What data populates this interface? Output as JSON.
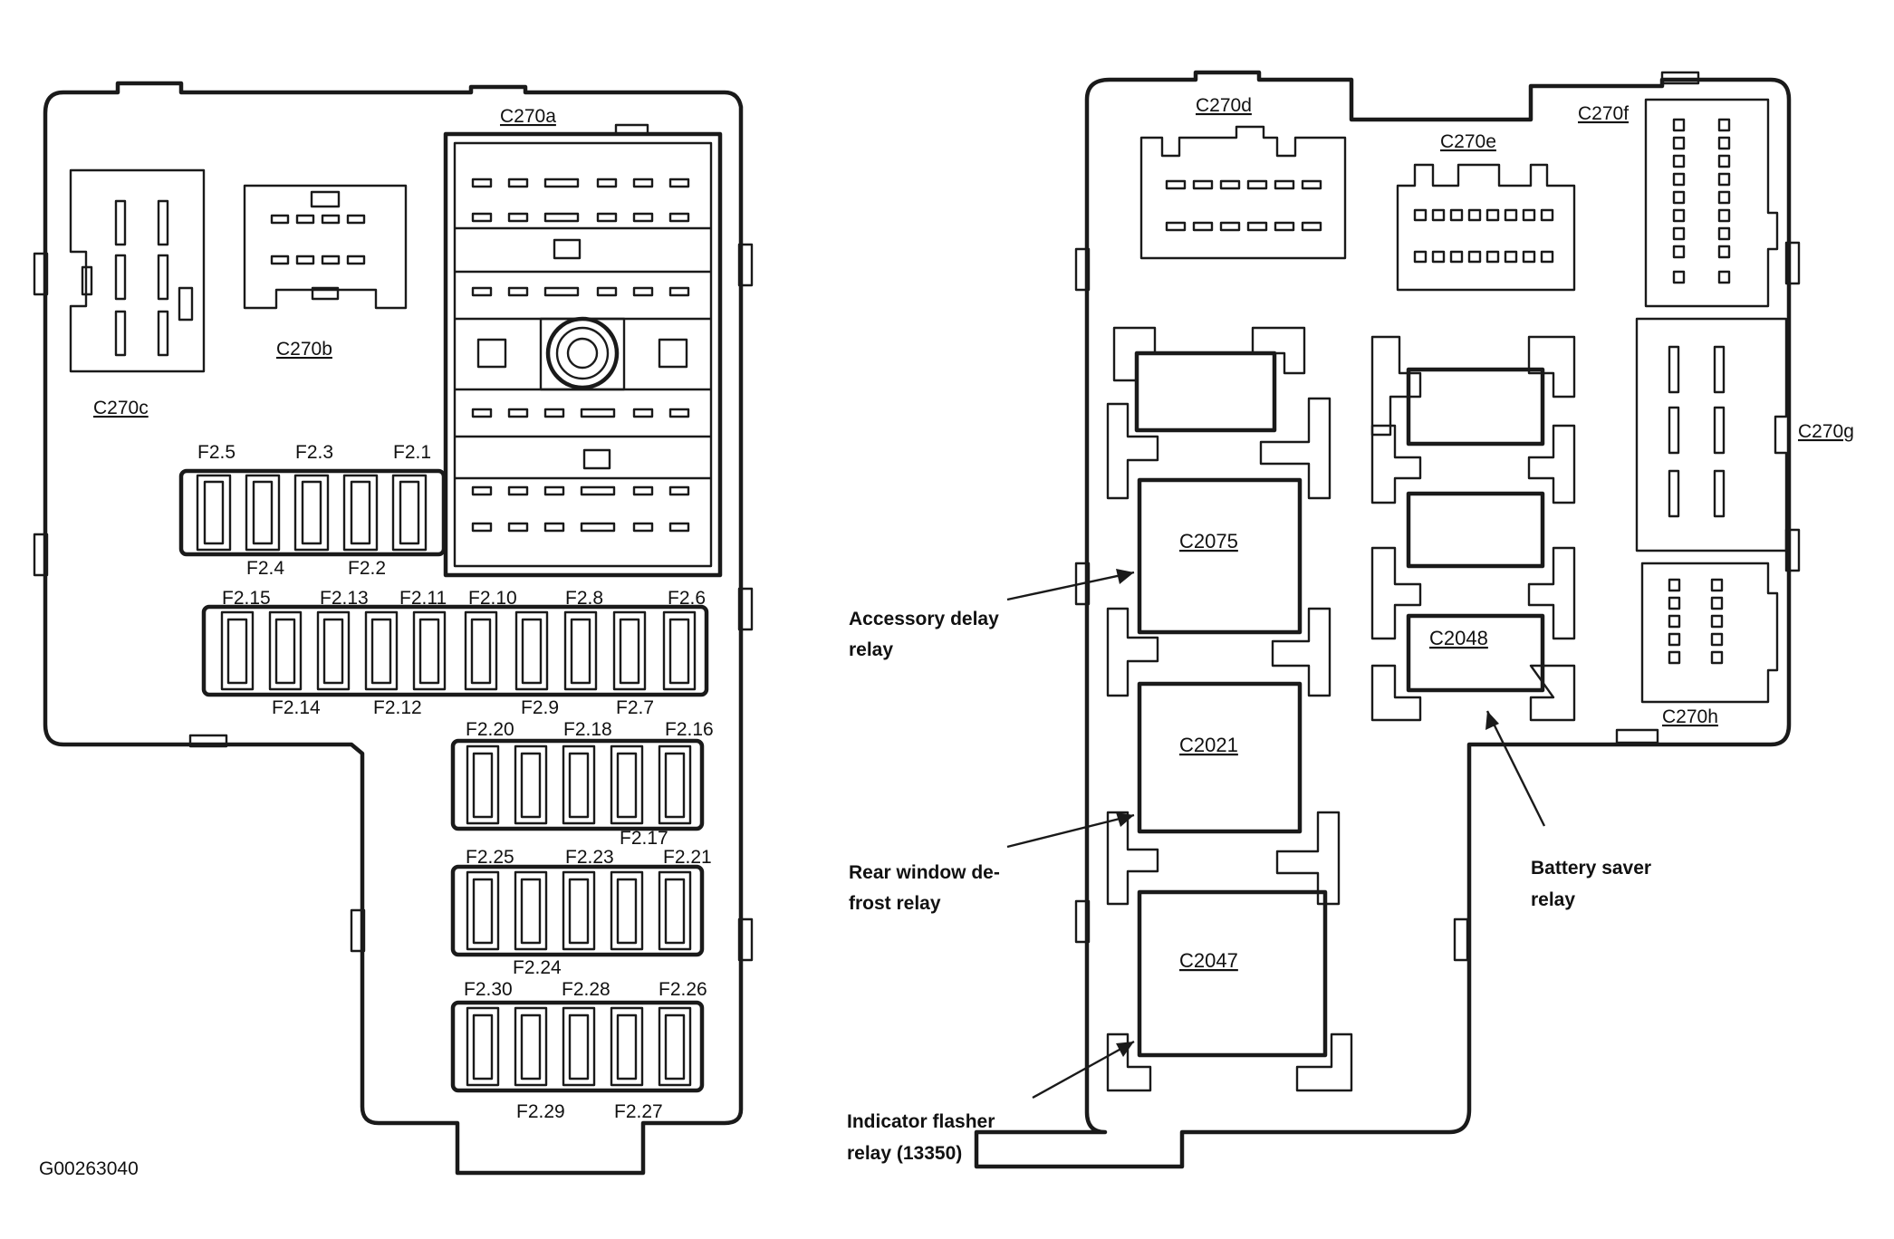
{
  "left_panel": {
    "connectors": {
      "c270a": "C270a",
      "c270b": "C270b",
      "c270c": "C270c"
    },
    "fuses": {
      "row1_top": [
        "F2.5",
        "F2.3",
        "F2.1"
      ],
      "row1_bottom": [
        "F2.4",
        "F2.2"
      ],
      "row2_top": [
        "F2.15",
        "F2.13",
        "F2.11",
        "F2.10",
        "F2.8",
        "F2.6"
      ],
      "row2_bottom": [
        "F2.14",
        "F2.12",
        "F2.9",
        "F2.7"
      ],
      "row3_top": [
        "F2.20",
        "F2.18",
        "F2.16"
      ],
      "row3_bottom": [
        "F2.17"
      ],
      "row4_top": [
        "F2.25",
        "F2.23",
        "F2.21"
      ],
      "row4_bottom": [
        "F2.24"
      ],
      "row5_top": [
        "F2.30",
        "F2.28",
        "F2.26"
      ],
      "row5_bottom": [
        "F2.29",
        "F2.27"
      ]
    }
  },
  "right_panel": {
    "connectors": {
      "c270d": "C270d",
      "c270e": "C270e",
      "c270f": "C270f",
      "c270g": "C270g",
      "c270h": "C270h"
    },
    "relays": {
      "c2075": "C2075",
      "c2021": "C2021",
      "c2047": "C2047",
      "c2048": "C2048"
    },
    "callouts": {
      "accessory_delay": [
        "Accessory delay",
        "relay"
      ],
      "rear_window": [
        "Rear window de-",
        "frost relay"
      ],
      "indicator_flasher": [
        "Indicator flasher",
        "relay (13350)"
      ],
      "battery_saver": [
        "Battery saver",
        "relay"
      ]
    }
  },
  "figure_code": "G00263040"
}
